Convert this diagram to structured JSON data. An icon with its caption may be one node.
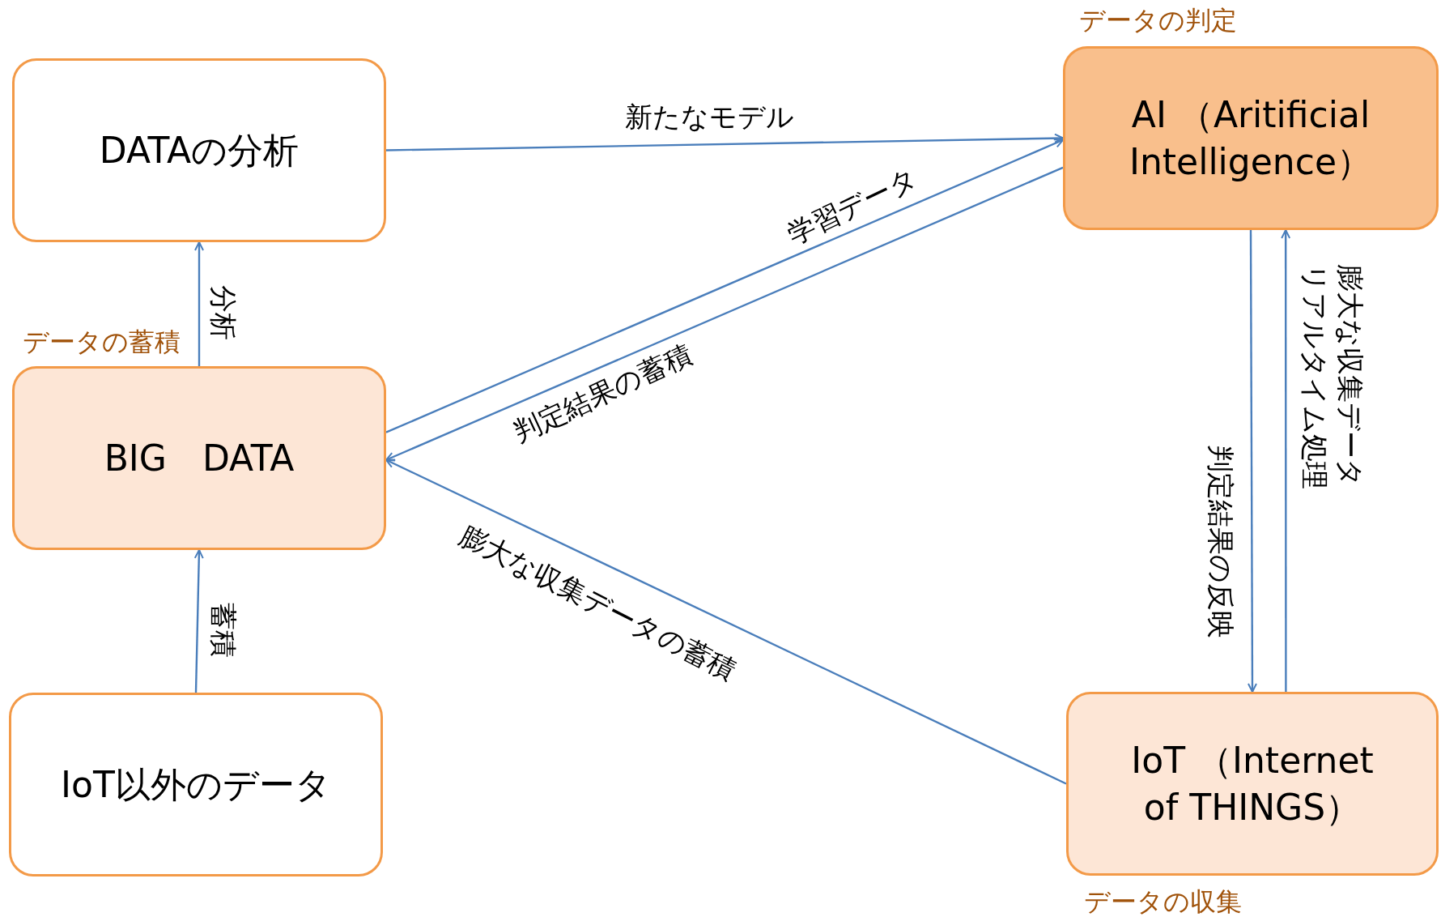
{
  "diagram": {
    "nodes": [
      {
        "text": [
          "DATAの分析"
        ]
      },
      {
        "text": [
          "AI （Aritificial Intelligence）"
        ],
        "beside": [
          "データの判定"
        ]
      },
      {
        "text": [
          "BIG　DATA"
        ],
        "beside": [
          "データの蓄積"
        ]
      },
      {
        "text": [
          "IoT （Internet of THINGS）"
        ],
        "beside": [
          "データの収集"
        ]
      },
      {
        "text": [
          "IoT以外のデータ"
        ]
      }
    ],
    "edges": [
      {
        "from": 0,
        "to": 1,
        "arrow": "to",
        "label": "新たなモデル"
      },
      {
        "from": 2,
        "to": 1,
        "arrow": "to",
        "label": "学習データ"
      },
      {
        "from": 1,
        "to": 2,
        "arrow": "to",
        "label": "判定結果の蓄積"
      },
      {
        "from": 3,
        "to": 2,
        "arrow": "to",
        "label": "膨大な収集データの蓄積"
      },
      {
        "from": 1,
        "to": 3,
        "arrow": "to",
        "label": "判定結果の反映"
      },
      {
        "from": 3,
        "to": 1,
        "arrow": "to",
        "label": "膨大な収集データリアルタイム処理"
      },
      {
        "from": 2,
        "to": 0,
        "arrow": "to",
        "label": "分析"
      },
      {
        "from": 4,
        "to": 2,
        "arrow": "to",
        "label": "蓄積"
      }
    ]
  }
}
